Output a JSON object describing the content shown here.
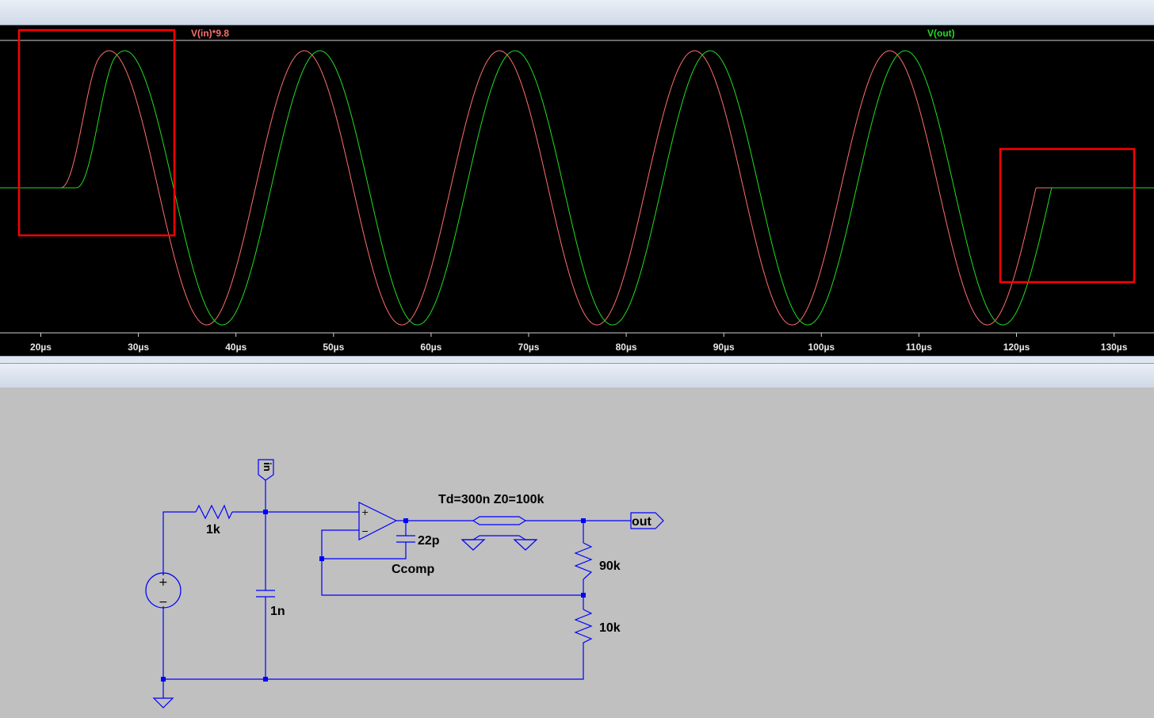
{
  "plot": {
    "traces": [
      {
        "name": "V(in)*9.8",
        "color": "#ff6e6e",
        "phase_delay_us": 0
      },
      {
        "name": "V(out)",
        "color": "#22dd22",
        "phase_delay_us": 1.6
      }
    ],
    "x_ticks": [
      "20µs",
      "30µs",
      "40µs",
      "50µs",
      "60µs",
      "70µs",
      "80µs",
      "90µs",
      "100µs",
      "110µs",
      "120µs",
      "130µs"
    ],
    "background": "#000000",
    "highlight_color": "#ff0000"
  },
  "chart_data": {
    "type": "line",
    "x_range_us": [
      16,
      134
    ],
    "x_ticks_us": [
      20,
      30,
      40,
      50,
      60,
      70,
      80,
      90,
      100,
      110,
      120,
      130
    ],
    "signal": {
      "start_us": 22,
      "period_us": 20,
      "cycles": 5
    },
    "series": [
      {
        "name": "V(in)*9.8"
      },
      {
        "name": "V(out)"
      }
    ]
  },
  "schematic": {
    "labels": {
      "r1": "1k",
      "c1": "1n",
      "ccomp_value": "22p",
      "ccomp_name": "Ccomp",
      "tline": "Td=300n Z0=100k",
      "r2": "90k",
      "r3": "10k",
      "in_port": "in",
      "out_port": "out",
      "opamp_plus": "+",
      "opamp_minus": "−",
      "src_plus": "+",
      "src_minus": "−"
    },
    "wire_color": "#0000ff"
  }
}
